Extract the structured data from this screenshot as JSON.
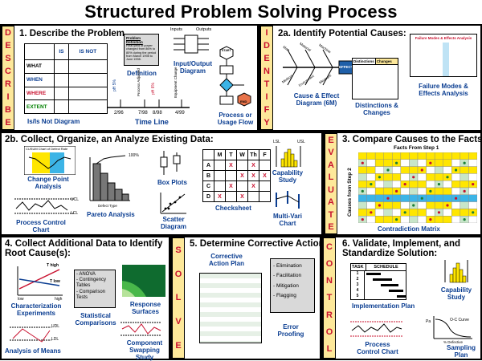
{
  "title": "Structured Problem Solving Process",
  "strips": {
    "describe": "DESCRIBE",
    "identify": "IDENTIFY",
    "evaluate": "EVALUATE",
    "solve": "SOLVE",
    "control": "CONTROL"
  },
  "steps": {
    "s1": "1. Describe the Problem",
    "s2a": "2a. Identify Potential Causes:",
    "s2b": "2b. Collect, Organize, an Analyze Existing Data:",
    "s3": "3.  Compare Causes to the Facts",
    "s4": "4.  Collect Additional Data to Identify Root Cause(s):",
    "s5": "5.  Determine Corrective Actions:",
    "s6": "6.  Validate, Implement, and Standardize Solution:"
  },
  "isnot": {
    "is": "IS",
    "isnot": "IS NOT",
    "rows": [
      "WHAT",
      "WHEN",
      "WHERE",
      "EXTENT"
    ],
    "caption": "Is/Is Not Diagram"
  },
  "definition": {
    "heading": "Problem Definition",
    "text": "Final yield of power changed from 86% to 80% during the period from March 1998 to June 1998.",
    "caption": "Definition"
  },
  "io": {
    "inputs": "Inputs",
    "outputs": "Outputs",
    "caption": "Input/Output Diagram"
  },
  "flow": {
    "start": "START",
    "end": "END",
    "caption": "Process or Usage Flow"
  },
  "timeline": {
    "dates": [
      "2/96",
      "7/98",
      "8/98",
      "4/99"
    ],
    "events": [
      "pH 5%",
      "Process Adjusted",
      "pH 6%",
      "Equipment Change"
    ],
    "caption": "Time Line"
  },
  "fishbone": {
    "bones": [
      "Man",
      "Material",
      "Machine",
      "Method",
      "Environment",
      "Measure"
    ],
    "effect": "EFFECT",
    "caption": "Cause & Effect Diagram (6M)"
  },
  "distinctions": {
    "col1": "Distinctions",
    "col2": "Changes",
    "caption": "Distinctions & Changes"
  },
  "fmea": {
    "heading": "Failure Modes & Effects Analysis",
    "caption": "Failure Modes & Effects Analysis"
  },
  "changepoint": {
    "heading": "CUSUM Chart of Defect Rate",
    "caption": "Change Point Analysis"
  },
  "pareto": {
    "pct": "100%",
    "xlabel": "Defect Type",
    "caption": "Pareto Analysis"
  },
  "boxplots": {
    "caption": "Box Plots"
  },
  "checksheet": {
    "days": [
      "M",
      "T",
      "W",
      "Th",
      "F"
    ],
    "rows": [
      "A",
      "B",
      "C",
      "D"
    ],
    "marks": [
      [
        0,
        1,
        0,
        1,
        0
      ],
      [
        0,
        0,
        1,
        1,
        1
      ],
      [
        0,
        1,
        0,
        1,
        0
      ],
      [
        1,
        0,
        1,
        0,
        0
      ]
    ],
    "mark": "X",
    "caption": "Checksheet"
  },
  "capability": {
    "lsl": "LSL",
    "usl": "USL",
    "caption": "Capability Study"
  },
  "controlchart": {
    "ucl": "UCL",
    "lcl": "LCL",
    "caption": "Process Control Chart"
  },
  "scatter": {
    "caption": "Scatter Diagram"
  },
  "multivari": {
    "caption": "Multi-Vari Chart"
  },
  "matrix": {
    "heading": "Facts From Step 1",
    "ylabel": "Causes from Step 2",
    "caption": "Contradiction Matrix"
  },
  "characterization": {
    "thigh": "T high",
    "tlow": "T low",
    "low": "low",
    "high": "high",
    "caption": "Characterization Experiments"
  },
  "analysis_means": {
    "udl": "UDL",
    "ldl": "LDL",
    "caption": "Analysis of Means"
  },
  "statcomp": {
    "items": [
      "ANOVA",
      "Contingency Tables",
      "Comparison Tests"
    ],
    "caption": "Statistical Comparisons"
  },
  "response": {
    "caption": "Response Surfaces"
  },
  "component": {
    "caption": "Component Swapping Study"
  },
  "corrective": {
    "caption": "Corrective Action Plan"
  },
  "proofing": {
    "items": [
      "Elimination",
      "Facilitation",
      "Mitigation",
      "Flagging"
    ],
    "caption": "Error Proofing"
  },
  "implementation": {
    "task": "TASK",
    "schedule": "SCHEDULE",
    "tasks": [
      "1",
      "2",
      "3",
      "4",
      "5"
    ],
    "caption": "Implementation Plan"
  },
  "capability2": {
    "caption": "Capability Study"
  },
  "controlchart2": {
    "caption": "Process Control Chart"
  },
  "sampling": {
    "pa": "Pa",
    "curve": "O-C Curve",
    "xlabel": "% Defective",
    "caption": "Sampling Plan"
  },
  "colors": {
    "accent": "#0a3d91",
    "strip": "#fde89a",
    "strip_text": "#c8102e"
  }
}
